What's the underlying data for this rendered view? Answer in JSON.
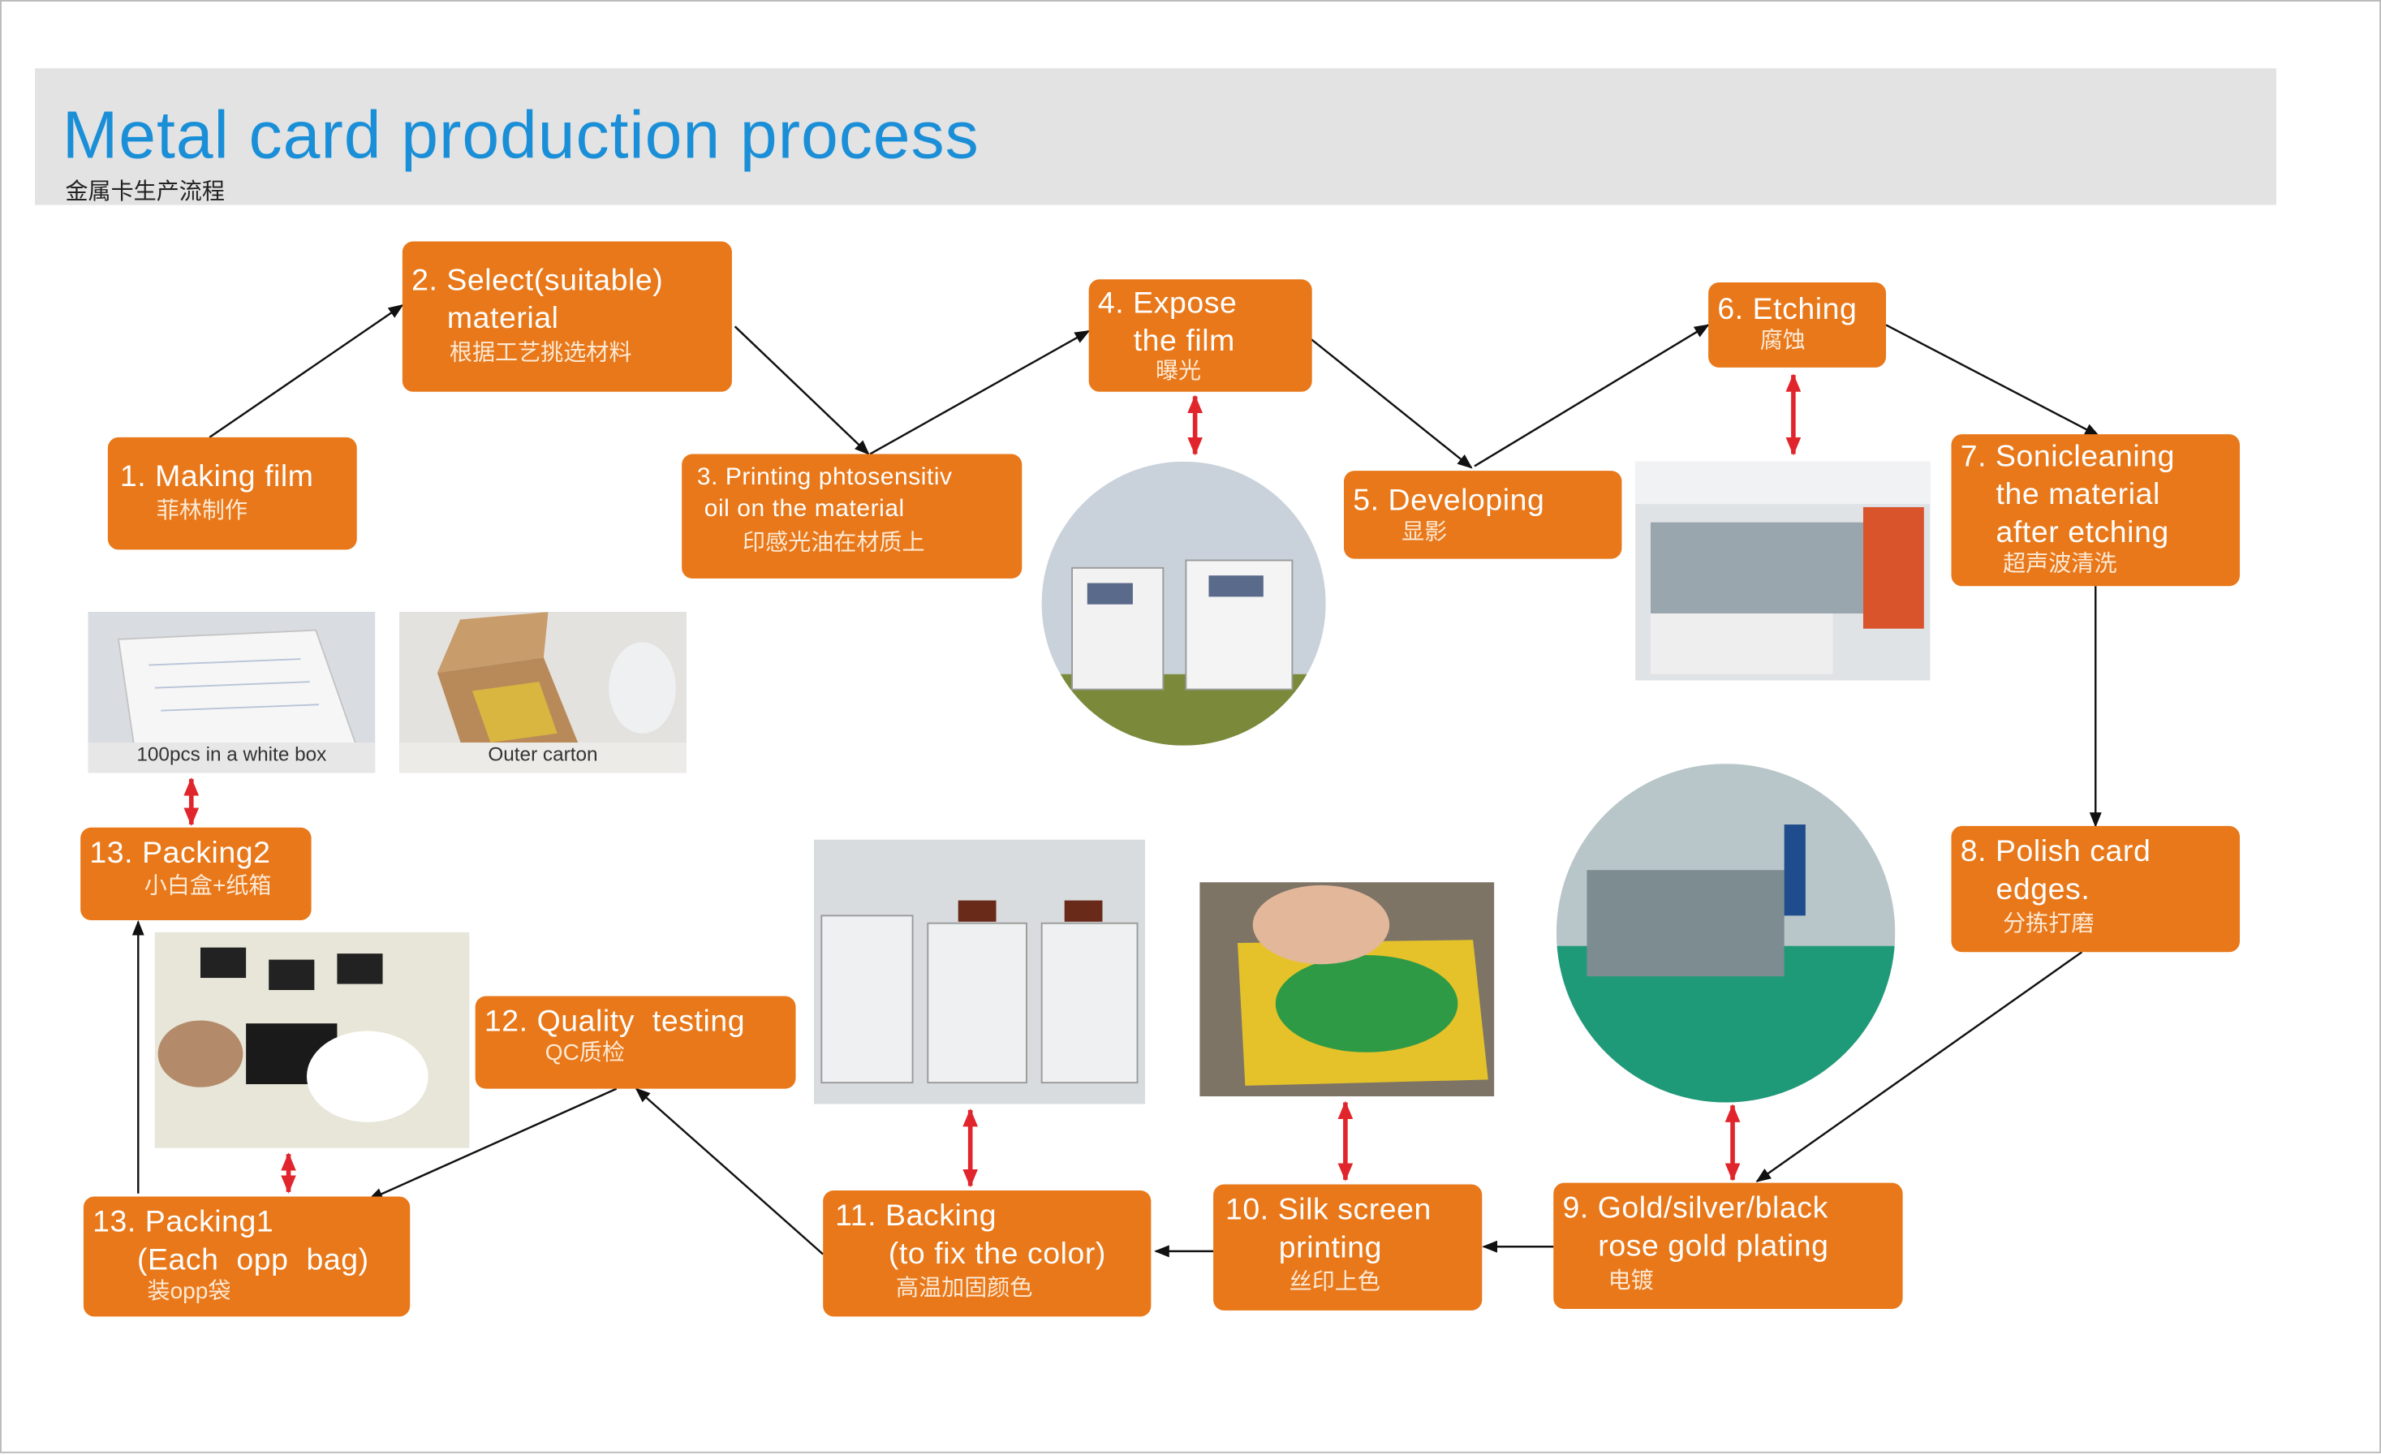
{
  "header": {
    "title": "Metal card production process",
    "subtitle": "金属卡生产流程"
  },
  "colors": {
    "title_blue": "#1a8fd8",
    "step_orange": "#e8781a",
    "header_gray": "#e3e3e3",
    "arrow_black": "#111111",
    "arrow_red": "#e0262c"
  },
  "steps": {
    "s1": {
      "en": "1. Making film",
      "zh": "菲林制作"
    },
    "s2": {
      "en": "2. Select(suitable)\n    material",
      "zh": "根据工艺挑选材料"
    },
    "s3": {
      "en": "3. Printing phtosensitiv\n oil on the material",
      "zh": "印感光油在材质上"
    },
    "s4": {
      "en": "4. Expose\n    the film",
      "zh": "曝光"
    },
    "s5": {
      "en": "5. Developing",
      "zh": "显影"
    },
    "s6": {
      "en": "6. Etching",
      "zh": "腐蚀"
    },
    "s7": {
      "en": "7. Sonicleaning\n    the material\n    after etching",
      "zh": "超声波清洗"
    },
    "s8": {
      "en": "8. Polish card\n    edges.",
      "zh": "分拣打磨"
    },
    "s9": {
      "en": "9. Gold/silver/black\n    rose gold plating",
      "zh": "电镀"
    },
    "s10": {
      "en": "10. Silk screen\n      printing",
      "zh": "丝印上色"
    },
    "s11": {
      "en": "11. Backing\n      (to fix the color)",
      "zh": "高温加固颜色"
    },
    "s12": {
      "en": "12. Quality  testing",
      "zh": "QC质检"
    },
    "s13a": {
      "en": "13. Packing1\n     (Each  opp  bag)",
      "zh": "装opp袋"
    },
    "s13b": {
      "en": "13. Packing2",
      "zh": "小白盒+纸箱"
    }
  },
  "photos": {
    "white_box_caption": "100pcs in a white box",
    "outer_carton_caption": "Outer carton"
  }
}
